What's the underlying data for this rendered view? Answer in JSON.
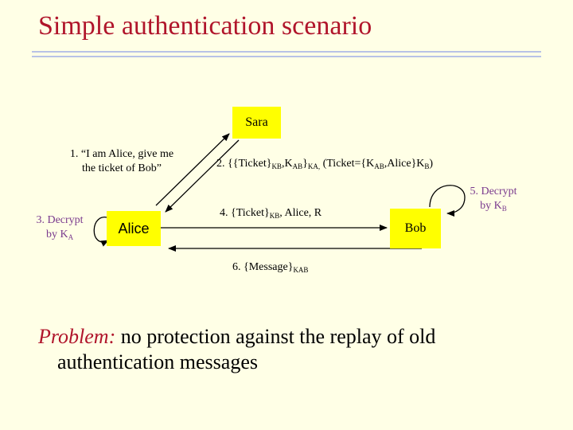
{
  "slide": {
    "title": "Simple authentication scenario"
  },
  "nodes": {
    "sara": "Sara",
    "alice": "Alice",
    "bob": "Bob"
  },
  "messages": {
    "m1_line1": "1. “I am Alice, give me",
    "m1_line2": "the ticket of Bob”",
    "m2": {
      "p1": "2. {{Ticket}",
      "s1": "KB",
      "p2": ",K",
      "s2": "AB",
      "p3": "}",
      "s3": "KA,",
      "p4": " (Ticket={K",
      "s4": "AB",
      "p5": ",Alice}K",
      "s5": "B",
      "p6": ")"
    },
    "m3": {
      "line1": "3. Decrypt",
      "line2": "by K",
      "sub": "A"
    },
    "m4": {
      "p1": "4. {Ticket}",
      "s1": "KB",
      "p2": ", Alice, R"
    },
    "m5": {
      "line1": "5. Decrypt",
      "line2": "by K",
      "sub": "B"
    },
    "m6": {
      "p1": "6. {Message}",
      "s1": "KAB"
    }
  },
  "problem": {
    "keyword": "Problem:",
    "text1": " no protection against the replay of old",
    "text2": "authentication messages"
  },
  "colors": {
    "title": "#B0152B",
    "node_fill": "#FFFF00",
    "background": "#FFFFE6",
    "accent_purple": "#7A3A8E",
    "rule": "#B8C2E6"
  }
}
